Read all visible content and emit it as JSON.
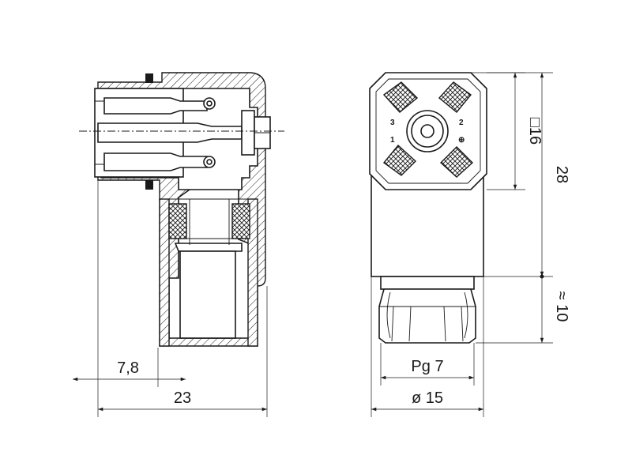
{
  "dimensions": {
    "side_width_small": "7,8",
    "side_width_total": "23",
    "front_square": "□16",
    "front_height": "28",
    "front_gland": "≈ 10",
    "thread": "Pg 7",
    "diameter": "ø 15"
  },
  "pin_labels": {
    "pin1": "1",
    "pin2": "2",
    "pin3": "3",
    "earth": "⊕"
  }
}
